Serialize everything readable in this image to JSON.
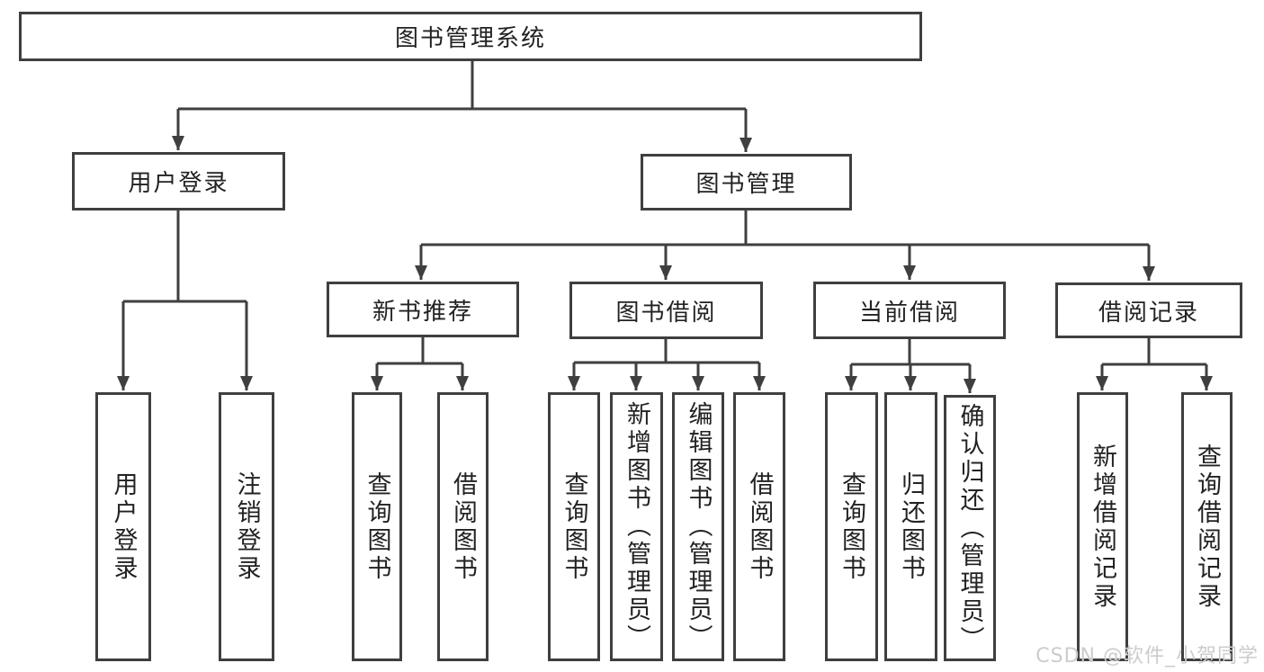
{
  "title": "图书管理系统",
  "watermark": "CSDN @软件_小贺同学",
  "colors": {
    "line": "#3f3f3f",
    "text": "#222222",
    "box_background": "#ffffff",
    "page_background": "#ffffff",
    "watermark": "#cccccc"
  },
  "nodes": {
    "root": "图书管理系统",
    "user_login": "用户登录",
    "book_management": "图书管理",
    "new_book_recommend": "新书推荐",
    "book_borrowing": "图书借阅",
    "current_borrowing": "当前借阅",
    "borrowing_records": "借阅记录",
    "leaf_user_login": "用户登录",
    "leaf_logout": "注销登录",
    "leaf_query_books_recommend": "查询图书",
    "leaf_borrow_books_recommend": "借阅图书",
    "leaf_query_books_borrowing": "查询图书",
    "leaf_add_books_admin": "新增图书（管理员）",
    "leaf_edit_books_admin": "编辑图书（管理员）",
    "leaf_borrow_books_borrowing": "借阅图书",
    "leaf_query_books_current": "查询图书",
    "leaf_return_books": "归还图书",
    "leaf_confirm_return_admin": "确认归还（管理员）",
    "leaf_add_borrow_record": "新增借阅记录",
    "leaf_query_borrow_record": "查询借阅记录"
  },
  "structure": {
    "root": "图书管理系统",
    "children": [
      {
        "label": "用户登录",
        "children": [
          "用户登录",
          "注销登录"
        ]
      },
      {
        "label": "图书管理",
        "children": [
          {
            "label": "新书推荐",
            "children": [
              "查询图书",
              "借阅图书"
            ]
          },
          {
            "label": "图书借阅",
            "children": [
              "查询图书",
              "新增图书（管理员）",
              "编辑图书（管理员）",
              "借阅图书"
            ]
          },
          {
            "label": "当前借阅",
            "children": [
              "查询图书",
              "归还图书",
              "确认归还（管理员）"
            ]
          },
          {
            "label": "借阅记录",
            "children": [
              "新增借阅记录",
              "查询借阅记录"
            ]
          }
        ]
      }
    ]
  }
}
